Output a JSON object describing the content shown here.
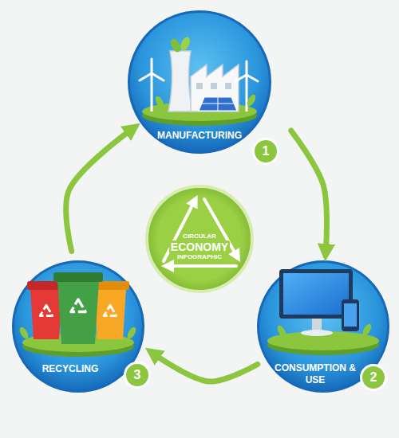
{
  "diagram": {
    "nodes": [
      {
        "text": [
          "MANUFACTURING"
        ]
      },
      {
        "text": [
          "1"
        ]
      },
      {
        "text": [
          "CIRCULAR",
          "ECONOMY",
          "INFOGRAPHIC"
        ]
      },
      {
        "text": [
          "RECYCLING"
        ]
      },
      {
        "text": [
          "3"
        ]
      },
      {
        "text": [
          "CONSUMPTION & USE"
        ]
      },
      {
        "text": [
          "2"
        ]
      }
    ],
    "edges": [
      {
        "from": 0,
        "to": 5,
        "arrow": "to"
      },
      {
        "from": 5,
        "to": 3,
        "arrow": "to"
      },
      {
        "from": 3,
        "to": 0,
        "arrow": "to"
      }
    ]
  }
}
